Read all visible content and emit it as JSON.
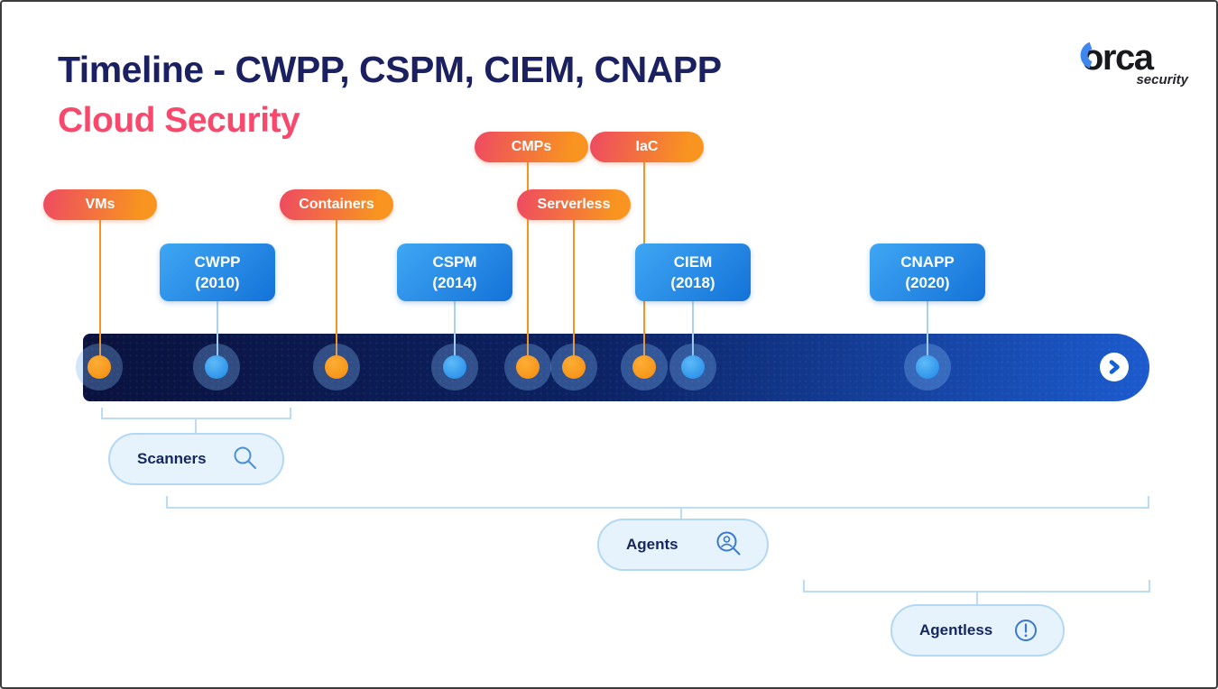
{
  "page": {
    "title": "Timeline - CWPP, CSPM, CIEM, CNAPP",
    "subtitle": "Cloud Security"
  },
  "logo": {
    "brand": "orca",
    "sub": "security"
  },
  "tech_badges": [
    {
      "label": "VMs"
    },
    {
      "label": "Containers"
    },
    {
      "label": "CMPs"
    },
    {
      "label": "IaC"
    },
    {
      "label": "Serverless"
    }
  ],
  "milestones": [
    {
      "name": "CWPP",
      "year": "(2010)"
    },
    {
      "name": "CSPM",
      "year": "(2014)"
    },
    {
      "name": "CIEM",
      "year": "(2018)"
    },
    {
      "name": "CNAPP",
      "year": "(2020)"
    }
  ],
  "timeline": {
    "dots": [
      {
        "for": "VMs",
        "color": "orange"
      },
      {
        "for": "CWPP",
        "color": "blue"
      },
      {
        "for": "Containers",
        "color": "orange"
      },
      {
        "for": "CSPM",
        "color": "blue"
      },
      {
        "for": "CMPs",
        "color": "orange"
      },
      {
        "for": "Serverless",
        "color": "orange"
      },
      {
        "for": "IaC",
        "color": "orange"
      },
      {
        "for": "CIEM",
        "color": "blue"
      },
      {
        "for": "CNAPP",
        "color": "blue"
      }
    ]
  },
  "approaches": [
    {
      "label": "Scanners",
      "icon": "magnifier-icon"
    },
    {
      "label": "Agents",
      "icon": "person-search-icon"
    },
    {
      "label": "Agentless",
      "icon": "exclamation-icon"
    }
  ],
  "colors": {
    "title_navy": "#1b2060",
    "subtitle_pink": "#f8496d",
    "badge_gradient_start": "#ee4a62",
    "badge_gradient_end": "#f8941f",
    "milestone_blue_start": "#3fa7f4",
    "milestone_blue_end": "#1472d8",
    "bar_dark": "#0a123e",
    "bar_bright": "#1c5bce",
    "dot_orange": "#f7941d",
    "dot_blue": "#2d9cf4",
    "light_blue_fill": "#e7f3fc",
    "light_blue_line": "#bcdcf4"
  }
}
